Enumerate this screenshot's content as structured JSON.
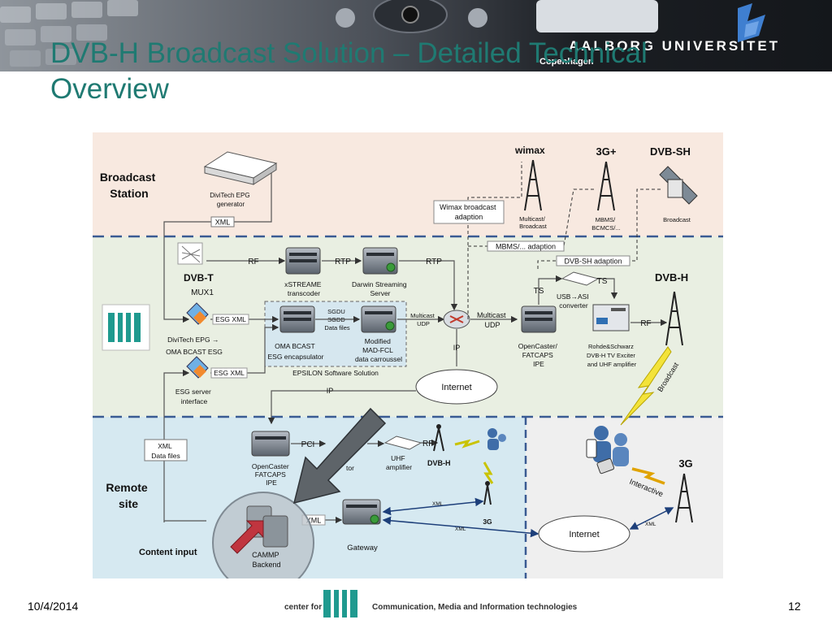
{
  "slide": {
    "title_line1": "DVB-H Broadcast Solution – Detailed Technical",
    "title_line2": "Overview",
    "university_line1": "AALBORG UNIVERSITET",
    "university_line2": "Copenhagen",
    "date": "10/4/2014",
    "page_number": "12",
    "footer_center_for": "center for",
    "footer_center_name": "Communication, Media and Information technologies"
  },
  "zones": {
    "broadcast_station": [
      "Broadcast",
      "Station"
    ],
    "remote_site": [
      "Remote",
      "site"
    ],
    "content_input": "Content input"
  },
  "nodes": {
    "divitech_epg_generator": [
      "DiviTech EPG",
      "generator"
    ],
    "mux1": "MUX1",
    "dvbt_logo": "DVB-T",
    "xstreame": [
      "xSTREAME",
      "transcoder"
    ],
    "darwin": [
      "Darwin Streaming",
      "Server"
    ],
    "oma_bcast": [
      "OMA BCAST",
      "ESG encapsulator"
    ],
    "sgdu": [
      "SGDU",
      "SGDD",
      "Data files"
    ],
    "mad_fcl": [
      "Modified",
      "MAD-FCL",
      "data carroussel"
    ],
    "epsilon": "EPSILON Software Solution",
    "divitech_esg": [
      "DiviTech EPG →",
      "OMA BCAST ESG"
    ],
    "esg_server": [
      "ESG server",
      "interface"
    ],
    "opencaster_top": [
      "OpenCaster/",
      "FATCAPS",
      "IPE"
    ],
    "usb_asi": [
      "USB→ASI",
      "converter"
    ],
    "rohde": [
      "Rohde&Schwarz",
      "DVB-H TV Exciter",
      "and UHF amplifier"
    ],
    "wimax_logo": "wimax",
    "wimax_tower": [
      "Multicast/",
      "Broadcast"
    ],
    "g3plus": "3G+",
    "mbms_tower": [
      "MBMS/",
      "BCMCS/..."
    ],
    "dvbsh_logo": "DVB-SH",
    "broadcast_sat": "Broadcast",
    "dvbh_logo": "DVB-H",
    "wimax_adaption": [
      "Wimax broadcast",
      "adaption"
    ],
    "mbms_adaption": "MBMS/... adaption",
    "dvbsh_adaption": "DVB-SH adaption",
    "opencaster_remote": [
      "OpenCaster",
      "FATCAPS",
      "IPE"
    ],
    "remote_exciter_part": "tor",
    "uhf_amp": [
      "UHF",
      "amplifier"
    ],
    "dvbh_small_logo": "DVB-H",
    "g3_small": "3G",
    "gateway": "Gateway",
    "cammp": [
      "CAMMP",
      "Backend"
    ],
    "internet_top": "Internet",
    "internet_bottom": "Internet",
    "g3_right": "3G",
    "xml_datafiles": [
      "XML",
      "Data files"
    ]
  },
  "edges": {
    "xml_top": "XML",
    "rf_mux": "RF",
    "rtp1": "RTP",
    "rtp2": "RTP",
    "esg_xml1": "ESG XML",
    "esg_xml2": "ESG XML",
    "multicast_udp_small": [
      "Multicast",
      "UDP"
    ],
    "multicast_udp": [
      "Multicast",
      "UDP"
    ],
    "ip1": "IP",
    "ip2": "IP",
    "ts1": "TS",
    "ts2": "TS",
    "rf_rohde": "RF",
    "broadcast_zig": "Broadcast",
    "pci": "PCI",
    "rf_remote": "RF",
    "xml_gw": "XML",
    "xml_small1": "XML",
    "xml_small2": "XML",
    "xml_small3": "XML",
    "interactive": "Interactive"
  }
}
